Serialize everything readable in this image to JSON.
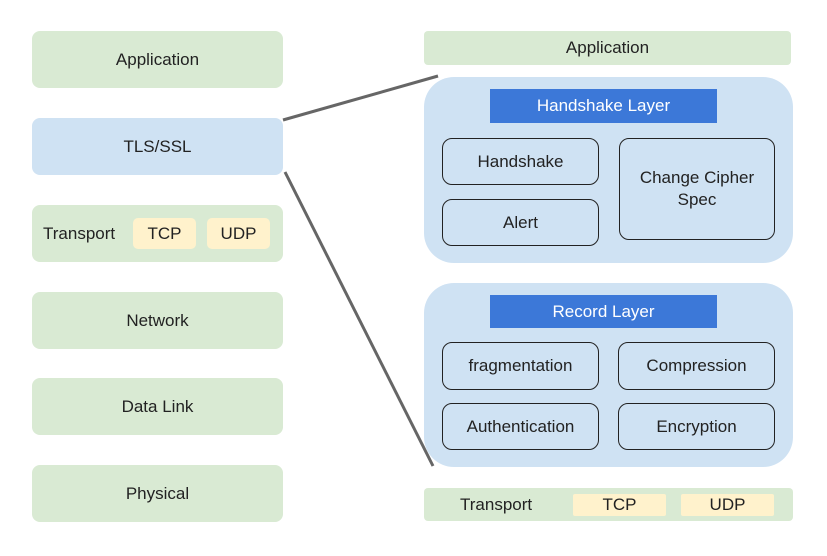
{
  "left_stack": {
    "application": "Application",
    "tls": "TLS/SSL",
    "transport": {
      "label": "Transport",
      "tcp": "TCP",
      "udp": "UDP"
    },
    "network": "Network",
    "data_link": "Data Link",
    "physical": "Physical"
  },
  "right_stack": {
    "application": "Application",
    "handshake_layer": {
      "title": "Handshake Layer",
      "handshake": "Handshake",
      "alert": "Alert",
      "change_cipher_spec": "Change Cipher Spec"
    },
    "record_layer": {
      "title": "Record Layer",
      "fragmentation": "fragmentation",
      "compression": "Compression",
      "authentication": "Authentication",
      "encryption": "Encryption"
    },
    "transport": {
      "label": "Transport",
      "tcp": "TCP",
      "udp": "UDP"
    }
  },
  "colors": {
    "green": "#d9ead3",
    "light_blue": "#cfe2f3",
    "header_blue": "#3c78d8",
    "yellow": "#fff2cc",
    "connector": "#666666"
  }
}
